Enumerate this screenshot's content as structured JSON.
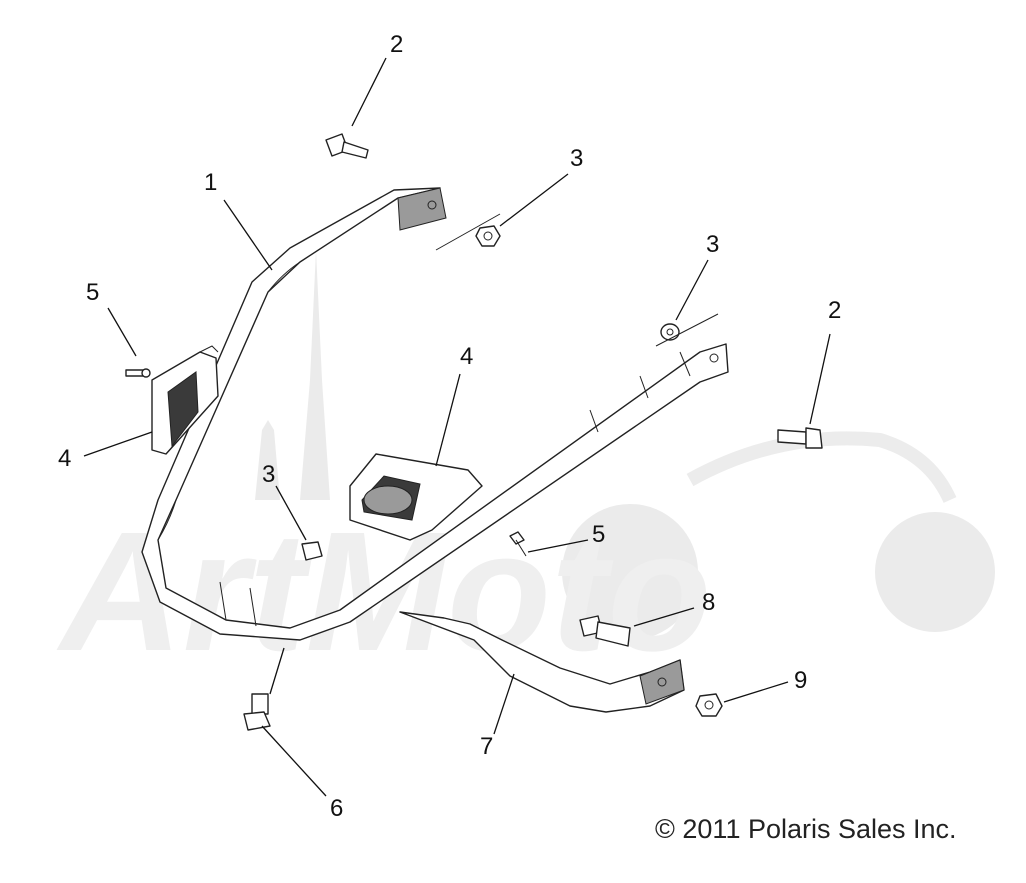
{
  "callouts": [
    {
      "id": "c1",
      "label": "1"
    },
    {
      "id": "c2a",
      "label": "2"
    },
    {
      "id": "c2b",
      "label": "2"
    },
    {
      "id": "c3a",
      "label": "3"
    },
    {
      "id": "c3b",
      "label": "3"
    },
    {
      "id": "c3c",
      "label": "3"
    },
    {
      "id": "c4a",
      "label": "4"
    },
    {
      "id": "c4b",
      "label": "4"
    },
    {
      "id": "c5a",
      "label": "5"
    },
    {
      "id": "c5b",
      "label": "5"
    },
    {
      "id": "c6",
      "label": "6"
    },
    {
      "id": "c7",
      "label": "7"
    },
    {
      "id": "c8",
      "label": "8"
    },
    {
      "id": "c9",
      "label": "9"
    }
  ],
  "watermark": {
    "text": "ArtMoto"
  },
  "copyright": "© 2011 Polaris Sales Inc."
}
